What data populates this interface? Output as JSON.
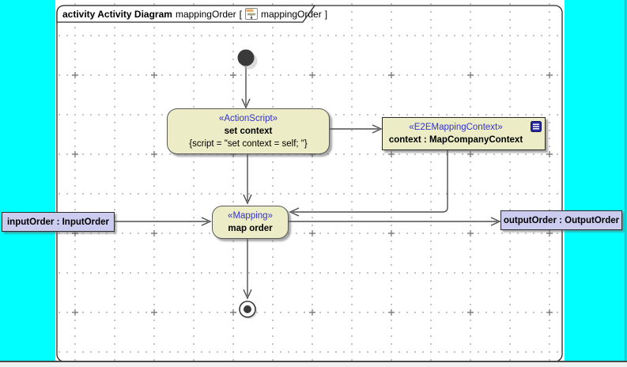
{
  "frame": {
    "keyword": "activity Activity Diagram",
    "diagram_name": "mappingOrder",
    "ref_open": "[",
    "ref_name": "mappingOrder",
    "ref_close": "]",
    "title_icon": "activity-diagram-icon"
  },
  "action_set_context": {
    "stereotype": "«ActionScript»",
    "name": "set context",
    "body": "{script = \"set context = self; \"}"
  },
  "object_context": {
    "stereotype": "«E2EMappingContext»",
    "name": "context : MapCompanyContext",
    "icon": "properties-list-icon"
  },
  "action_map_order": {
    "stereotype": "«Mapping»",
    "name": "map order"
  },
  "param_input": {
    "label": "inputOrder : InputOrder"
  },
  "param_output": {
    "label": "outputOrder : OutputOrder"
  },
  "colors": {
    "outside_canvas": "#00FFFF",
    "diagram_bg": "#FFFFFF",
    "node_fill": "#ECECC6",
    "param_fill": "#CCCCF0",
    "stereotype_text": "#3333CC",
    "edge": "#4D4D4D",
    "grid_dot": "#999999"
  }
}
